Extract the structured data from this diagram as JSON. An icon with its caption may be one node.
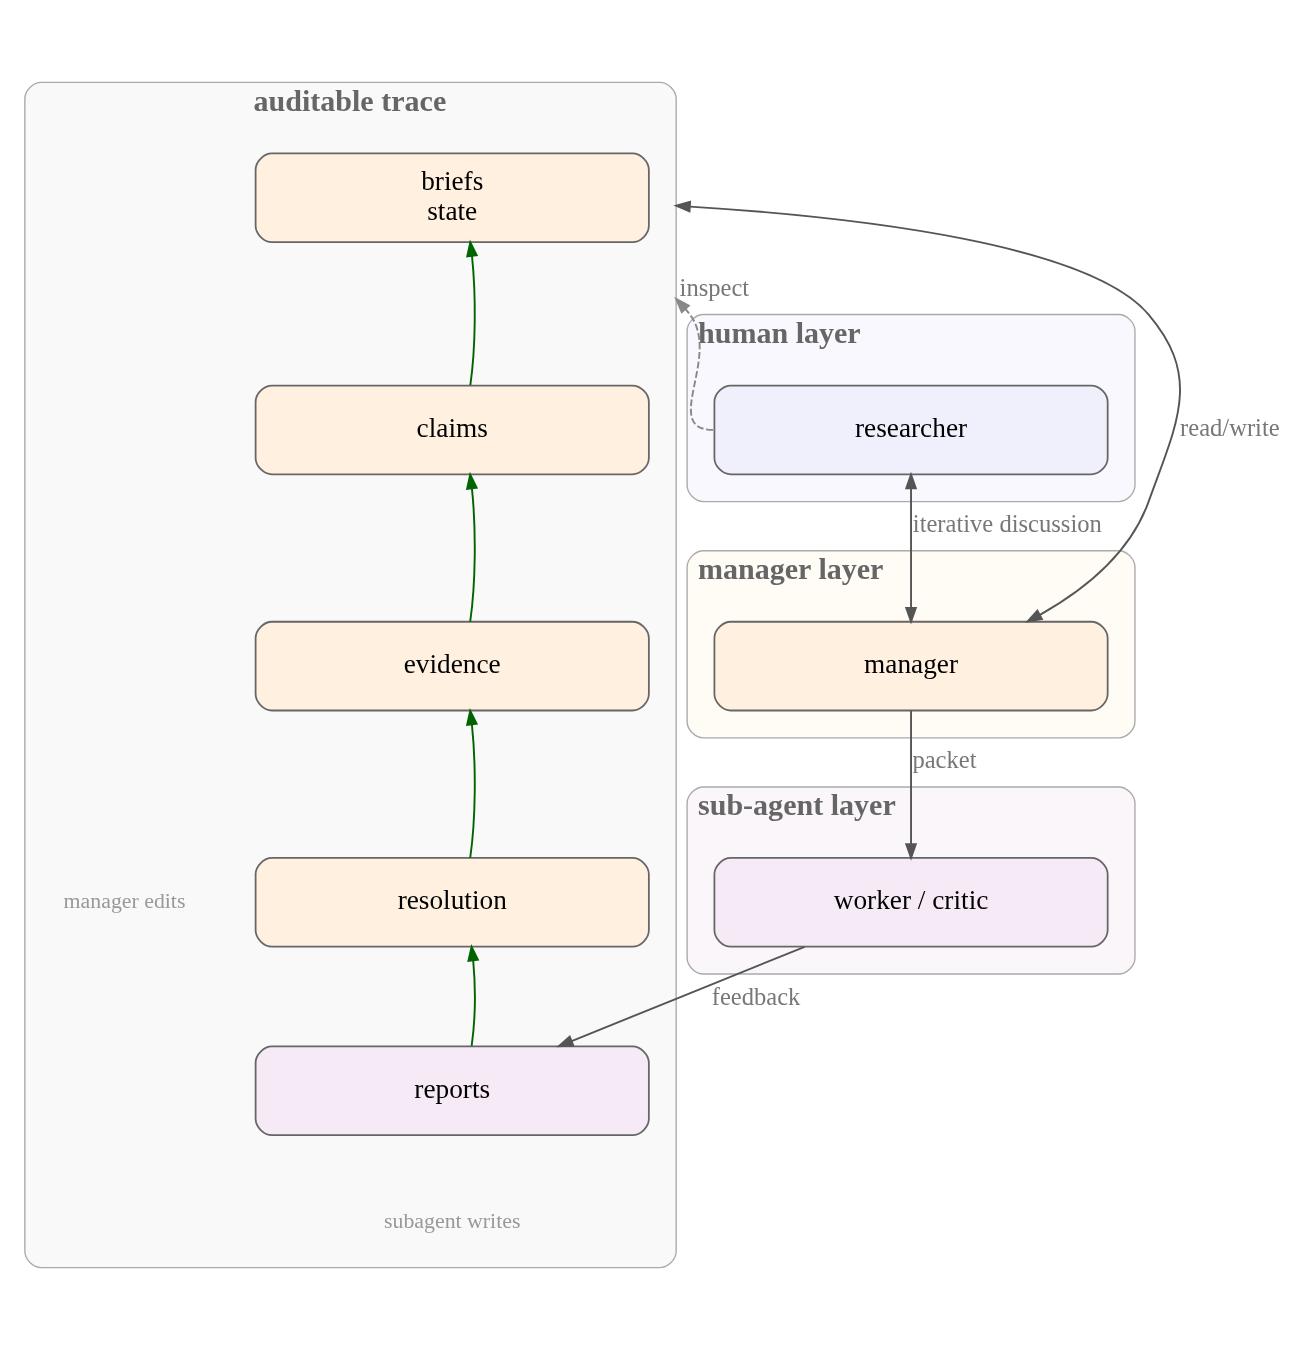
{
  "diagram": {
    "nodes": [
      {
        "text": [
          "human layer"
        ]
      },
      {
        "text": [
          "researcher"
        ],
        "in": 0
      },
      {
        "text": [
          "manager layer"
        ]
      },
      {
        "text": [
          "manager"
        ],
        "in": 2
      },
      {
        "text": [
          "sub-agent layer"
        ]
      },
      {
        "text": [
          "worker / critic"
        ],
        "in": 4
      },
      {
        "text": [
          "auditable trace"
        ]
      },
      {
        "text": [
          "briefs",
          "state"
        ],
        "in": 6
      },
      {
        "text": [
          "claims"
        ],
        "in": 6
      },
      {
        "text": [
          "evidence"
        ],
        "in": 6
      },
      {
        "text": [
          "resolution"
        ],
        "in": 6
      },
      {
        "text": [
          "reports"
        ],
        "in": 6
      }
    ],
    "edges": [
      {
        "from": 1,
        "to": 6,
        "arrow": "to",
        "label": "inspect",
        "style": "dashed",
        "color": "#888888"
      },
      {
        "from": 1,
        "to": 3,
        "arrow": "both",
        "label": "iterative discussion"
      },
      {
        "from": 3,
        "to": 6,
        "arrow": "both",
        "label": "read/write"
      },
      {
        "from": 3,
        "to": 5,
        "arrow": "to",
        "label": "packet"
      },
      {
        "from": 5,
        "to": 11,
        "arrow": "to",
        "label": "feedback"
      },
      {
        "from": 11,
        "to": 10,
        "arrow": "to",
        "color": "#006400"
      },
      {
        "from": 10,
        "to": 9,
        "arrow": "to",
        "color": "#006400"
      },
      {
        "from": 9,
        "to": 8,
        "arrow": "to",
        "color": "#006400"
      },
      {
        "from": 8,
        "to": 7,
        "arrow": "to",
        "color": "#006400"
      }
    ],
    "labels": [
      "manager edits",
      "subagent writes"
    ]
  }
}
